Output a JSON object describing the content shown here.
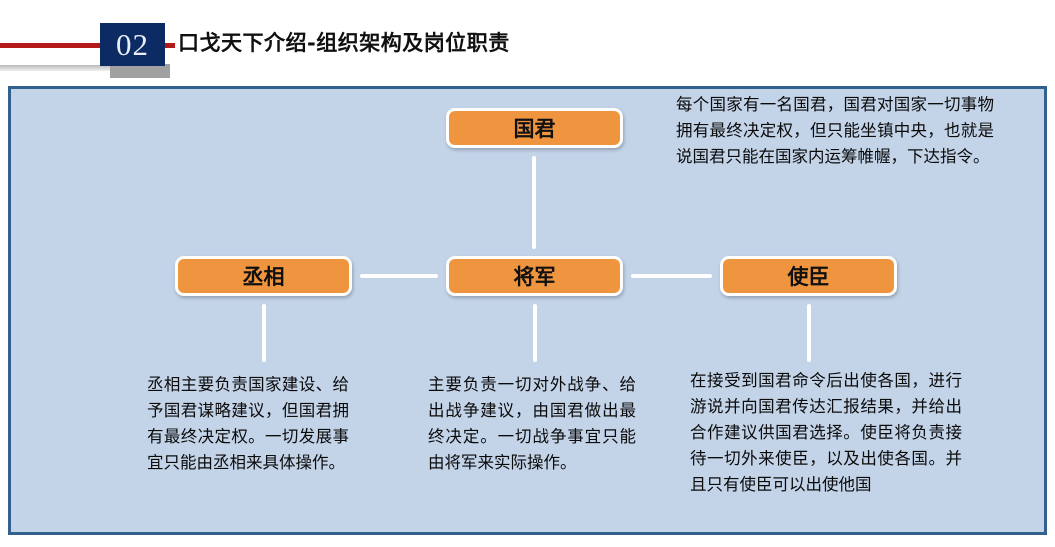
{
  "header": {
    "number": "02",
    "title": "口戈天下介绍-组织架构及岗位职责",
    "accent_red": "#b51a1a",
    "accent_navy": "#0c2a63"
  },
  "panel": {
    "background": "#c3d3e8",
    "border_color": "#33618e"
  },
  "org_chart": {
    "node_color": "#f0953f",
    "connector_color": "#ffffff",
    "nodes": [
      {
        "id": "king",
        "label": "国君"
      },
      {
        "id": "chancellor",
        "label": "丞相"
      },
      {
        "id": "general",
        "label": "将军"
      },
      {
        "id": "envoy",
        "label": "使臣"
      }
    ],
    "descriptions": {
      "king": "每个国家有一名国君，国君对国家一切事物拥有最终决定权，但只能坐镇中央，也就是说国君只能在国家内运筹帷幄，下达指令。",
      "chancellor": "丞相主要负责国家建设、给予国君谋略建议，但国君拥有最终决定权。一切发展事宜只能由丞相来具体操作。",
      "general": "主要负责一切对外战争、给出战争建议，由国君做出最终决定。一切战争事宜只能由将军来实际操作。",
      "envoy": "在接受到国君命令后出使各国，进行游说并向国君传达汇报结果，并给出合作建议供国君选择。使臣将负责接待一切外来使臣，以及出使各国。并且只有使臣可以出使他国"
    }
  }
}
